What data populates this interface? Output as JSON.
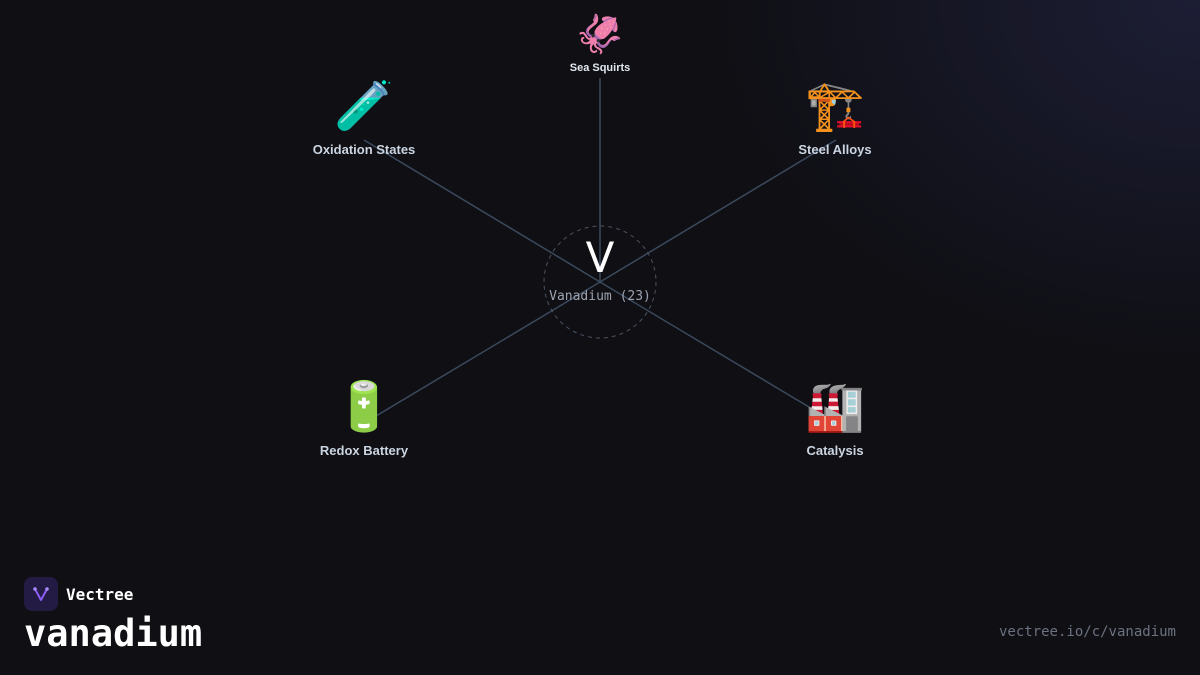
{
  "center": {
    "symbol": "V",
    "name": "Vanadium (23)"
  },
  "nodes": [
    {
      "label": "Sea Squirts",
      "emoji": "🦑",
      "icon": "squid-icon"
    },
    {
      "label": "Oxidation States",
      "emoji": "🧪",
      "icon": "test-tube-icon"
    },
    {
      "label": "Steel Alloys",
      "emoji": "🏗️",
      "icon": "crane-icon"
    },
    {
      "label": "Redox Battery",
      "emoji": "🔋",
      "icon": "battery-icon"
    },
    {
      "label": "Catalysis",
      "emoji": "🏭",
      "icon": "factory-icon"
    }
  ],
  "brand": {
    "name": "Vectree",
    "title": "vanadium",
    "url": "vectree.io/c/vanadium"
  },
  "colors": {
    "background": "#0f0f14",
    "edge": "#3b4a5e",
    "brand_accent": "#8b5cf6"
  }
}
